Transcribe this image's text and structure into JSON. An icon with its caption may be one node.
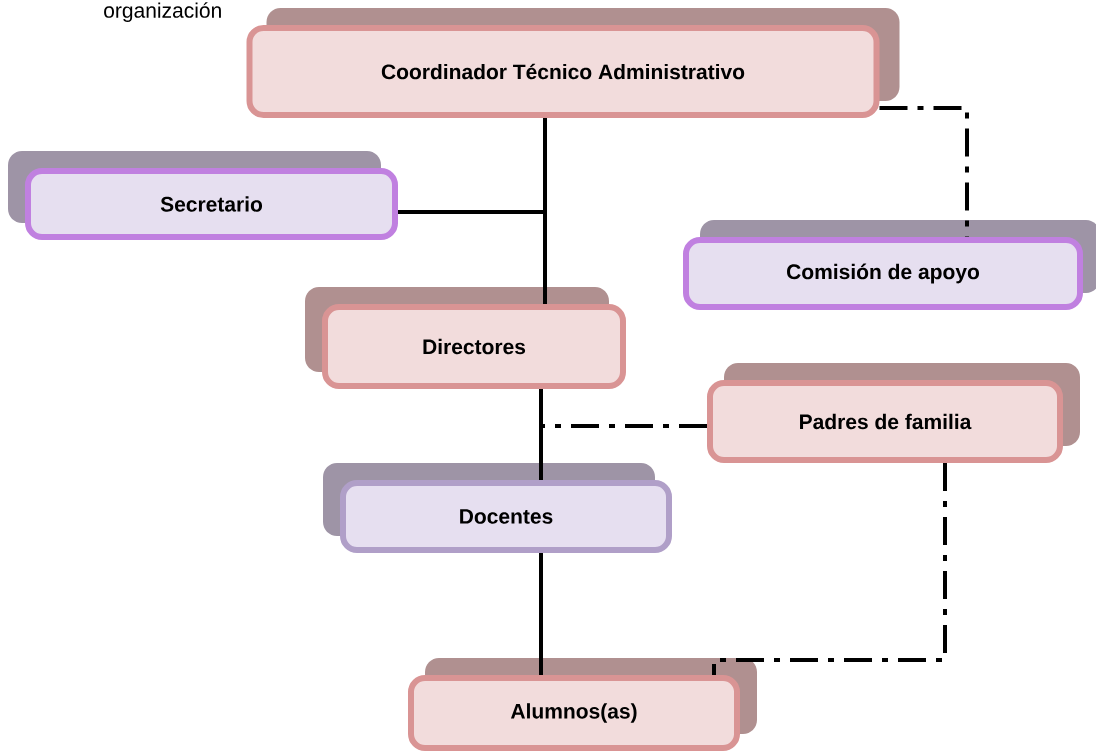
{
  "diagram": {
    "nodes": [
      {
        "text": [
          "Coordinador Técnico Administrativo"
        ]
      },
      {
        "text": [
          "Secretario"
        ]
      },
      {
        "text": [
          "Comisión de apoyo"
        ]
      },
      {
        "text": [
          "Directores"
        ]
      },
      {
        "text": [
          "Padres de familia"
        ]
      },
      {
        "text": [
          "Docentes"
        ]
      },
      {
        "text": [
          "Alumnos(as)"
        ]
      }
    ],
    "edges": [
      {
        "from": 0,
        "to": 1,
        "arrow": "none"
      },
      {
        "from": 0,
        "to": 3,
        "arrow": "none"
      },
      {
        "from": 3,
        "to": 5,
        "arrow": "none"
      },
      {
        "from": 5,
        "to": 6,
        "arrow": "none"
      },
      {
        "from": 0,
        "to": 2,
        "arrow": "none",
        "style": "dashed"
      },
      {
        "from": 4,
        "to": 3,
        "arrow": "none",
        "style": "dashed"
      },
      {
        "from": 4,
        "to": 6,
        "arrow": "none",
        "style": "dashed"
      }
    ],
    "labels": [
      "organización"
    ]
  }
}
